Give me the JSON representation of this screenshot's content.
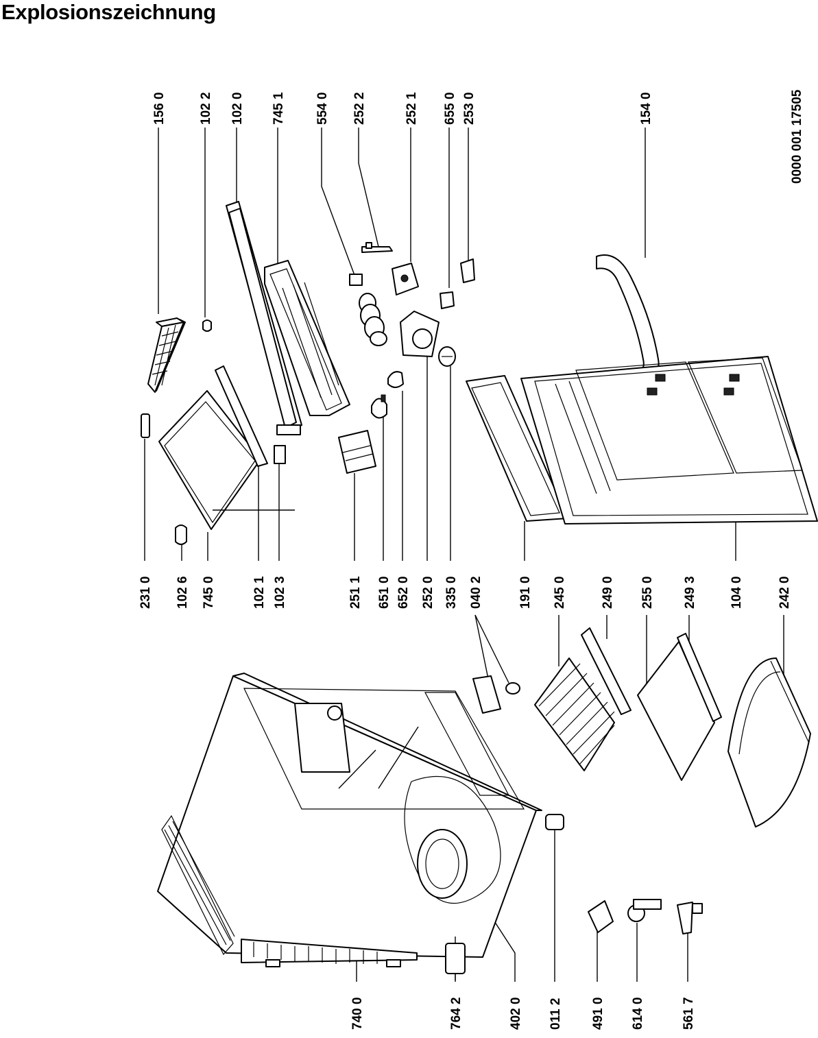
{
  "title": "Explosionszeichnung",
  "document_number": "0000 001 17505",
  "part_labels": {
    "p1560": "156 0",
    "p1022": "102 2",
    "p1020": "102 0",
    "p7451": "745 1",
    "p5540": "554 0",
    "p2522": "252 2",
    "p2521": "252 1",
    "p6550": "655 0",
    "p2530": "253 0",
    "p1540": "154 0",
    "p2310": "231 0",
    "p1026": "102 6",
    "p7450": "745 0",
    "p1021": "102 1",
    "p1023": "102 3",
    "p2511": "251 1",
    "p6510": "651 0",
    "p6520": "652 0",
    "p2520": "252 0",
    "p3350": "335 0",
    "p0402": "040 2",
    "p1910": "191 0",
    "p2450": "245 0",
    "p2490": "249 0",
    "p2550": "255 0",
    "p2493": "249 3",
    "p1040": "104 0",
    "p2420": "242 0",
    "p7400": "740 0",
    "p7642": "764 2",
    "p4020": "402 0",
    "p0112": "011 2",
    "p4910": "491 0",
    "p6140": "614 0",
    "p5617": "561 7"
  }
}
